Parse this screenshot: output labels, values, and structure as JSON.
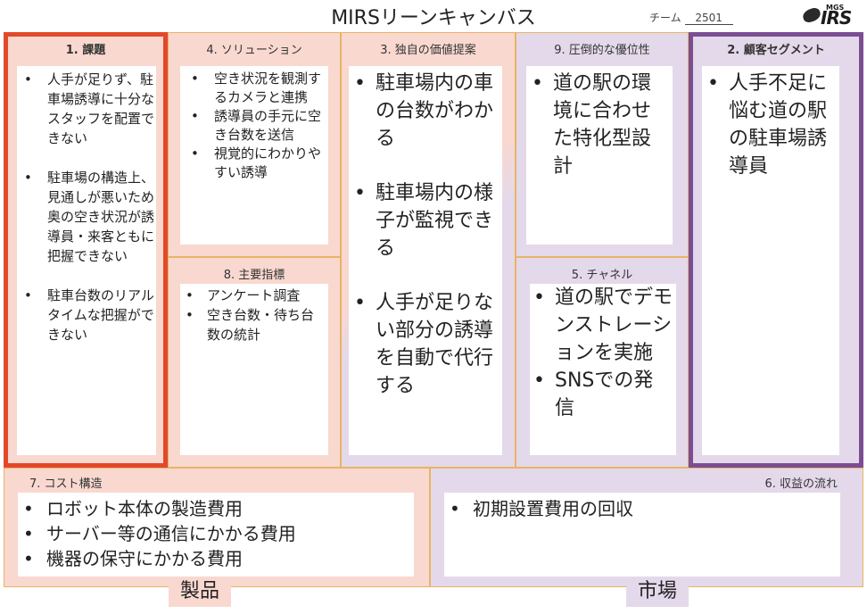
{
  "header": {
    "title": "MIRSリーンキャンバス",
    "team_label": "チーム",
    "team_number": "2501",
    "logo_sup": "MGS",
    "logo_text": "IRS"
  },
  "colors": {
    "problem_frame": "#e2492a",
    "segment_frame": "#7b4e93",
    "product_bg": "#f9d8d0",
    "market_bg": "#e4d9ea",
    "grid_line": "#e8b464"
  },
  "canvas": {
    "problem": {
      "label": "1. 課題",
      "items": [
        "人手が足りず、駐車場誘導に十分なスタッフを配置できない",
        "駐車場の構造上、見通しが悪いため奥の空き状況が誘導員・来客ともに把握できない",
        "駐車台数のリアルタイムな把握ができない"
      ]
    },
    "solution": {
      "label": "4. ソリューション",
      "items": [
        "空き状況を観測するカメラと連携",
        "誘導員の手元に空き台数を送信",
        "視覚的にわかりやすい誘導"
      ]
    },
    "key_metrics": {
      "label": "8. 主要指標",
      "items": [
        "アンケート調査",
        "空き台数・待ち台数の統計"
      ]
    },
    "value": {
      "label": "3. 独自の価値提案",
      "items": [
        "駐車場内の車の台数がわかる",
        "駐車場内の様子が監視できる",
        "人手が足りない部分の誘導を自動で代行する"
      ]
    },
    "advantage": {
      "label": "9. 圧倒的な優位性",
      "items": [
        "道の駅の環境に合わせた特化型設計"
      ]
    },
    "channels": {
      "label": "5. チャネル",
      "items": [
        "道の駅でデモンストレーションを実施",
        "SNSでの発信"
      ]
    },
    "segment": {
      "label": "2. 顧客セグメント",
      "items": [
        "人手不足に悩む道の駅の駐車場誘導員"
      ]
    },
    "cost": {
      "label": "7. コスト構造",
      "items": [
        "ロボット本体の製造費用",
        "サーバー等の通信にかかる費用",
        "機器の保守にかかる費用"
      ]
    },
    "revenue": {
      "label": "6. 収益の流れ",
      "items": [
        "初期設置費用の回収"
      ]
    }
  },
  "footer": {
    "product": "製品",
    "market": "市場"
  }
}
